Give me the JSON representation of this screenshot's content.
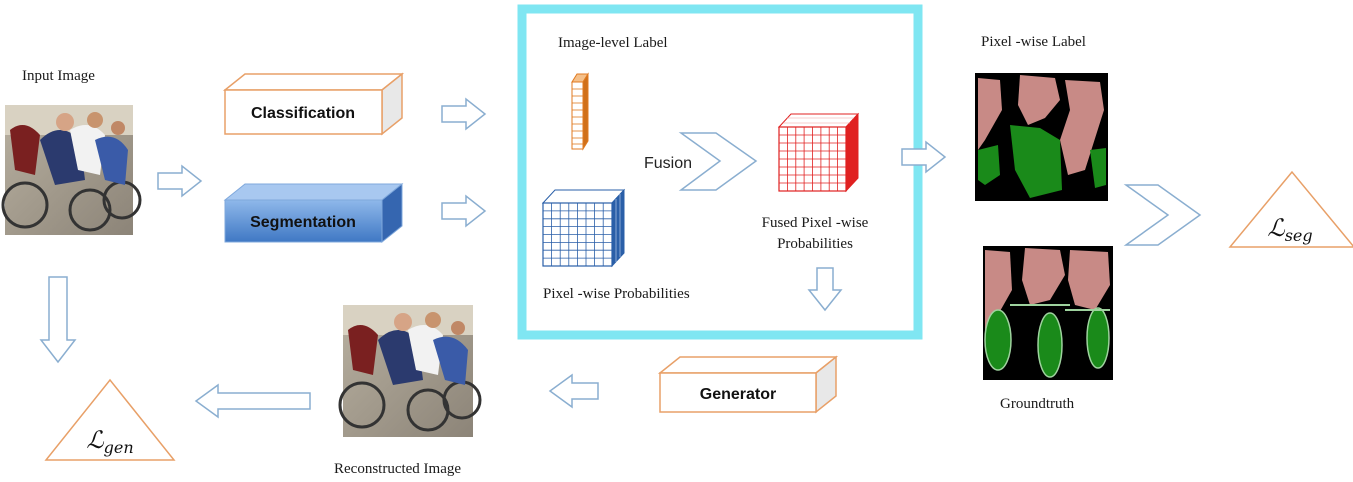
{
  "labels": {
    "input_image": "Input Image",
    "classification": "Classification",
    "segmentation": "Segmentation",
    "image_level_label": "Image-level Label",
    "fusion": "Fusion",
    "fused_line1": "Fused Pixel -wise",
    "fused_line2": "Probabilities",
    "pixel_wise_probabilities": "Pixel -wise Probabilities",
    "pixel_wise_label": "Pixel -wise Label",
    "groundtruth": "Groundtruth",
    "generator": "Generator",
    "reconstructed_image": "Reconstructed Image"
  },
  "losses": {
    "gen": {
      "symbol": "ℒ",
      "subscript": "gen"
    },
    "seg": {
      "symbol": "ℒ",
      "subscript": "seg"
    }
  },
  "colors": {
    "orange_outline": "#e8a068",
    "blue_box": "#5b8fd0",
    "cyan_frame": "#7fe6f2",
    "arrow_outline": "#8aaed0",
    "red_grid": "#e02020",
    "blue_grid": "#2a5fa8",
    "seg_pink": "#c88a86",
    "seg_green": "#1a8a1a"
  }
}
